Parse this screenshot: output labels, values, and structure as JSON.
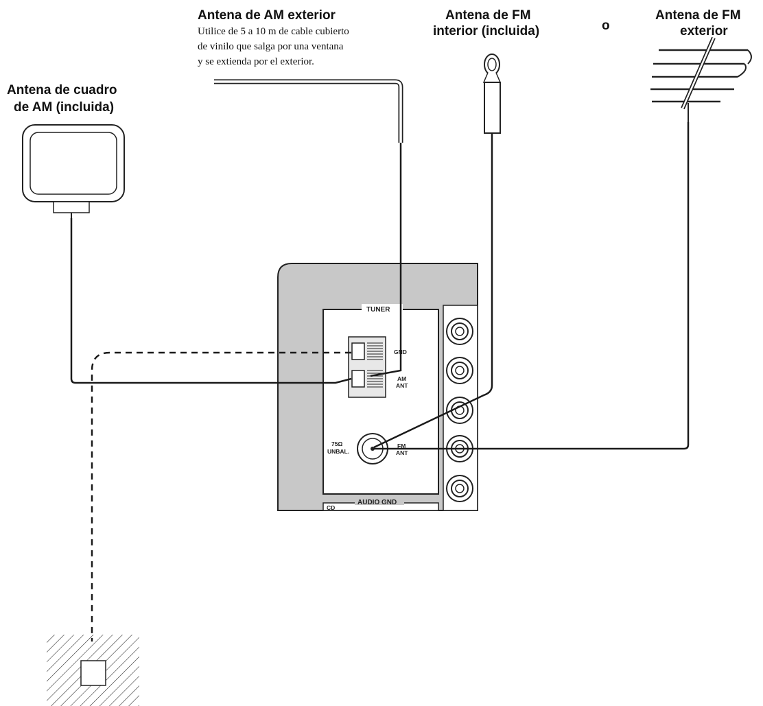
{
  "labels": {
    "am_loop_line1": "Antena de cuadro",
    "am_loop_line2": "de AM (incluida)",
    "am_outdoor_title": "Antena de AM exterior",
    "am_outdoor_desc1": "Utilice de 5 a 10 m de cable cubierto",
    "am_outdoor_desc2": "de vinilo que salga por una ventana",
    "am_outdoor_desc3": "y se extienda por el exterior.",
    "fm_indoor_line1": "Antena de FM",
    "fm_indoor_line2": "interior (incluida)",
    "or_word": "o",
    "fm_outdoor_line1": "Antena de FM",
    "fm_outdoor_line2": "exterior"
  },
  "panel": {
    "tuner_header": "TUNER",
    "gnd": "GND",
    "am_ant_line1": "AM",
    "am_ant_line2": "ANT",
    "ohm_line1": "75Ω",
    "ohm_line2": "UNBAL.",
    "fm_ant_line1": "FM",
    "fm_ant_line2": "ANT",
    "audio_gnd": "AUDIO GND",
    "cd_label": "CD"
  },
  "colors": {
    "panel_fill": "#c8c8c8",
    "line": "#1a1a1a"
  }
}
